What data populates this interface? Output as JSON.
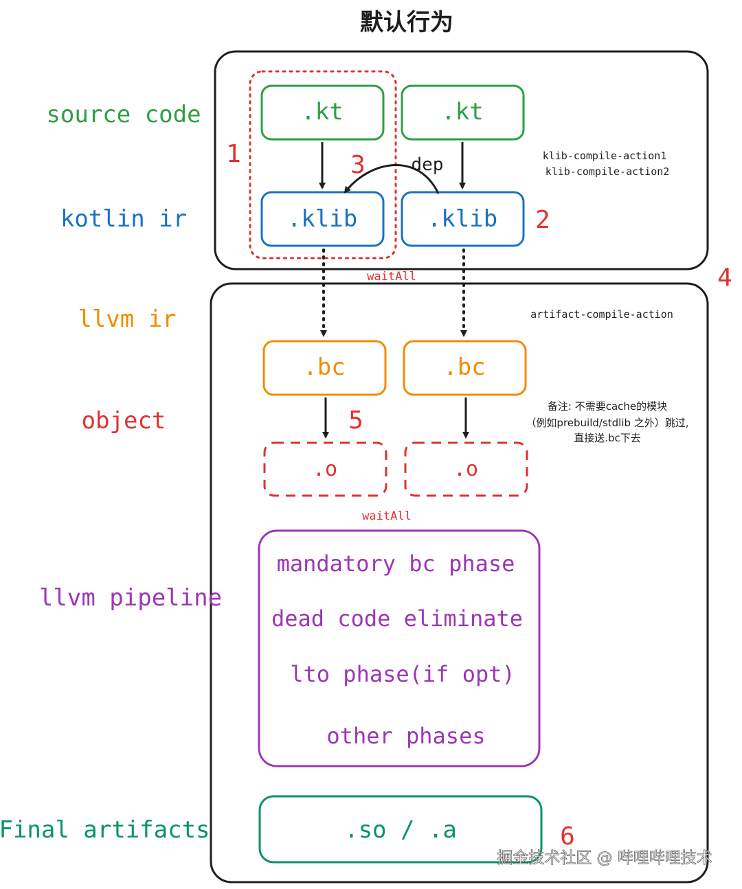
{
  "title": "默认行为",
  "colors": {
    "green": "#2f9e44",
    "blue": "#1971c2",
    "orange": "#f08c00",
    "red": "#e03131",
    "purple": "#9c36b5",
    "teal": "#099268",
    "black": "#1e1e1e"
  },
  "row_labels": {
    "source_code": "source code",
    "kotlin_ir": "kotlin ir",
    "llvm_ir": "llvm ir",
    "object": "object",
    "llvm_pipeline": "llvm pipeline",
    "final_artifacts": "Final artifacts"
  },
  "nodes": {
    "kt_left": ".kt",
    "kt_right": ".kt",
    "klib_left": ".klib",
    "klib_right": ".klib",
    "bc_left": ".bc",
    "bc_right": ".bc",
    "o_left": ".o",
    "o_right": ".o",
    "artifact": ".so / .a"
  },
  "pipeline_steps": [
    "mandatory bc phase",
    "dead code eliminate",
    "lto phase(if opt)",
    "other phases"
  ],
  "annotations": {
    "num_1": "1",
    "num_2": "2",
    "num_3": "3",
    "num_4": "4",
    "num_5": "5",
    "num_6": "6",
    "dep": "dep",
    "wait_all_top": "waitAll",
    "wait_all_bottom": "waitAll",
    "klib_action_1": "klib-compile-action1",
    "klib_action_2": "klib-compile-action2",
    "artifact_action": "artifact-compile-action",
    "note_line_1": "备注: 不需要cache的模块",
    "note_line_2": "（例如prebuild/stdlib 之外）跳过,",
    "note_line_3": "直接送.bc下去"
  },
  "watermark": "掘金技术社区 @ 哔哩哔哩技术"
}
